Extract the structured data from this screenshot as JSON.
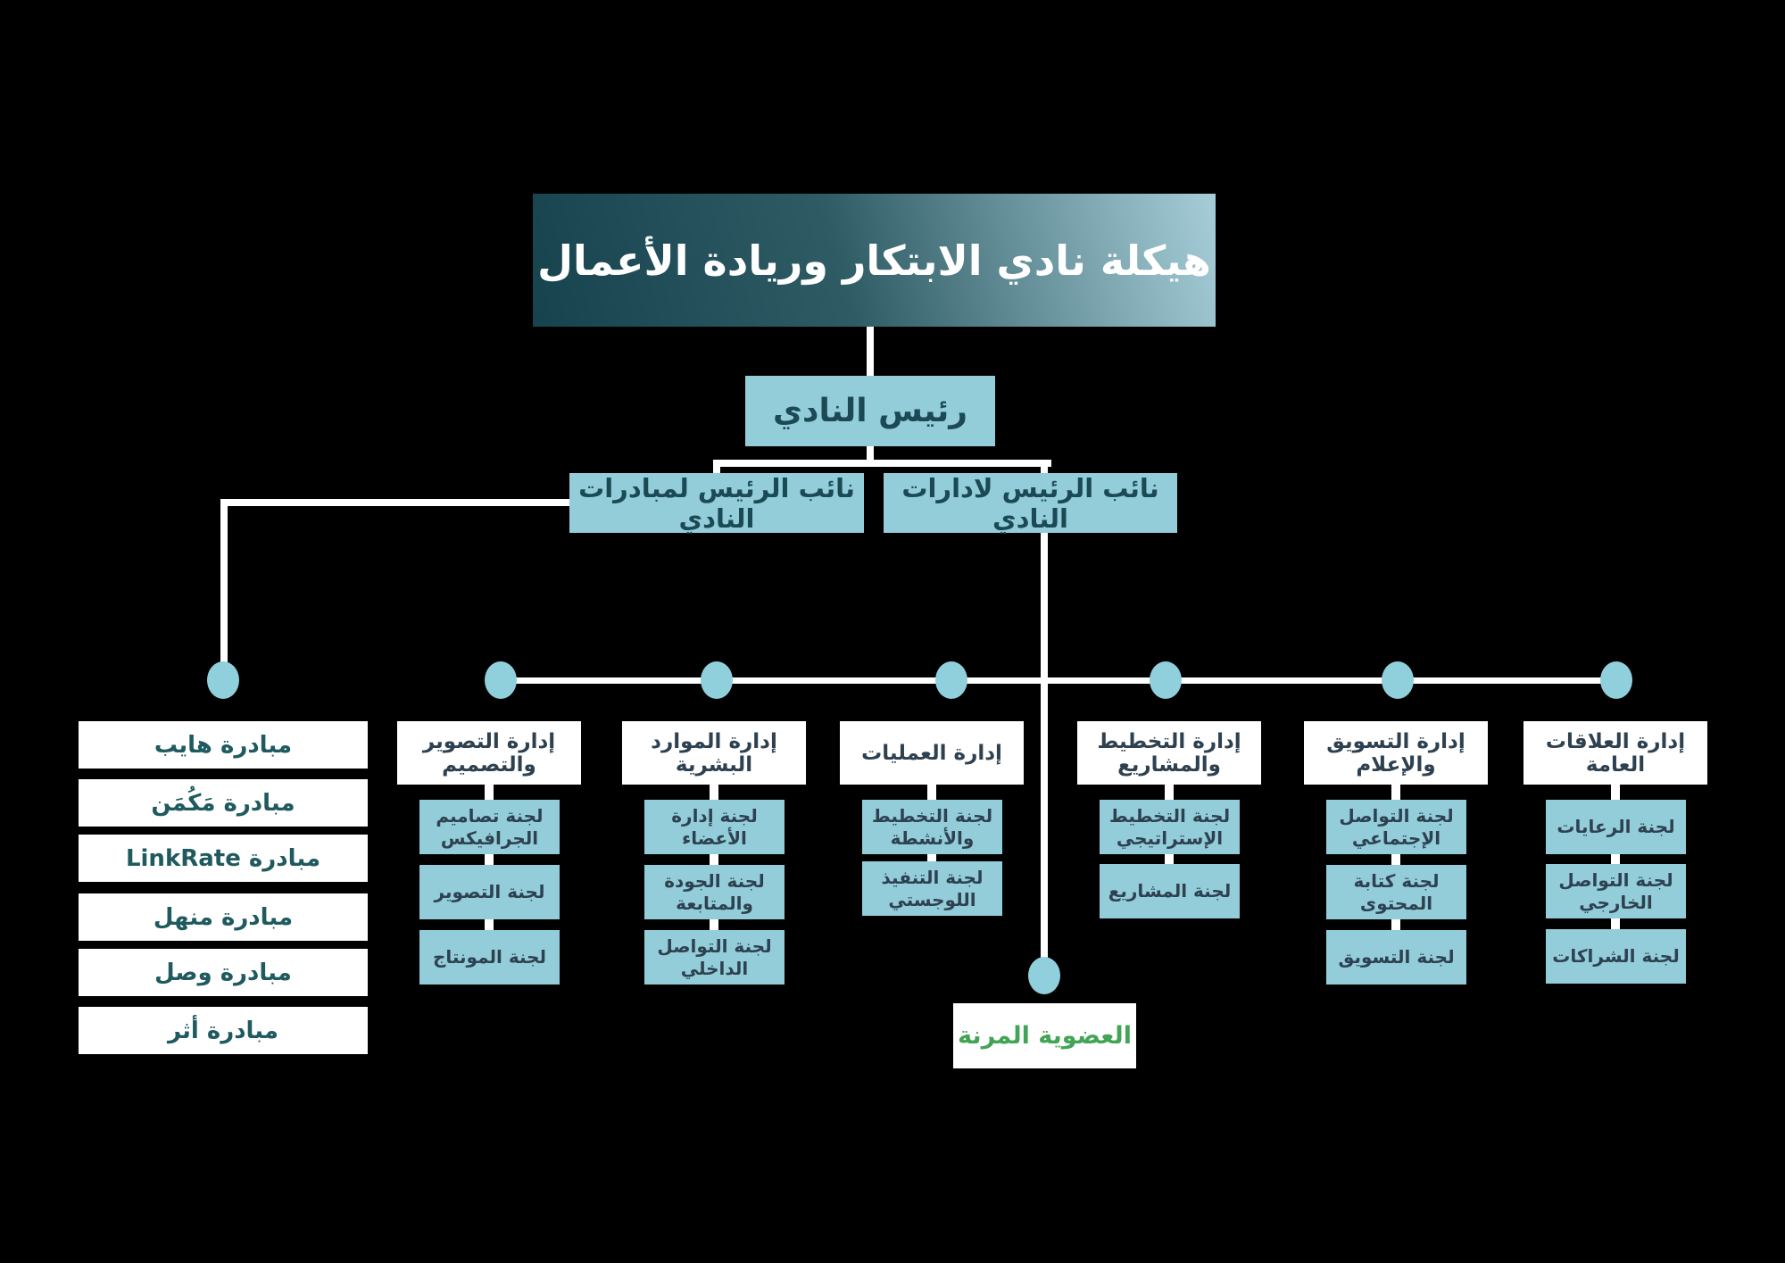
{
  "org": {
    "title": "هيكلة نادي الابتكار وريادة الأعمال",
    "president": "رئيس النادي",
    "vp_initiatives": "نائب الرئيس لمبادرات النادي",
    "vp_departments": "نائب الرئيس لادارات النادي",
    "membership": "العضوية المرنة"
  },
  "initiatives": [
    "مبادرة هايب",
    "مبادرة مَكُمَن",
    "مبادرة LinkRate",
    "مبادرة منهل",
    "مبادرة وصل",
    "مبادرة أثر"
  ],
  "departments": [
    {
      "name": "إدارة التصوير والتصميم",
      "committees": [
        "لجنة تصاميم الجرافيكس",
        "لجنة التصوير",
        "لجنة المونتاج"
      ]
    },
    {
      "name": "إدارة الموارد البشرية",
      "committees": [
        "لجنة إدارة الأعضاء",
        "لجنة الجودة والمتابعة",
        "لجنة التواصل الداخلي"
      ]
    },
    {
      "name": "إدارة العمليات",
      "committees": [
        "لجنة التخطيط والأنشطة",
        "لجنة التنفيذ اللوجستي"
      ]
    },
    {
      "name": "إدارة التخطيط والمشاريع",
      "committees": [
        "لجنة التخطيط الإستراتيجي",
        "لجنة المشاريع"
      ]
    },
    {
      "name": "إدارة التسويق والإعلام",
      "committees": [
        "لجنة التواصل الإجتماعي",
        "لجنة كتابة المحتوى",
        "لجنة التسويق"
      ]
    },
    {
      "name": "إدارة العلاقات العامة",
      "committees": [
        "لجنة الرعايات",
        "لجنة التواصل الخارجي",
        "لجنة الشراكات"
      ]
    }
  ],
  "colors": {
    "background": "#000000",
    "node_teal": "#92cdd9",
    "dot_teal": "#90d0dc",
    "connector": "#ffffff",
    "dark_teal_text": "#1b4a54",
    "committee_text": "#2e4150",
    "initiative_text": "#1f5a5f",
    "membership_green": "#44a455",
    "title_gradient_dark": "#16434e",
    "title_gradient_light": "#a7ced8"
  }
}
